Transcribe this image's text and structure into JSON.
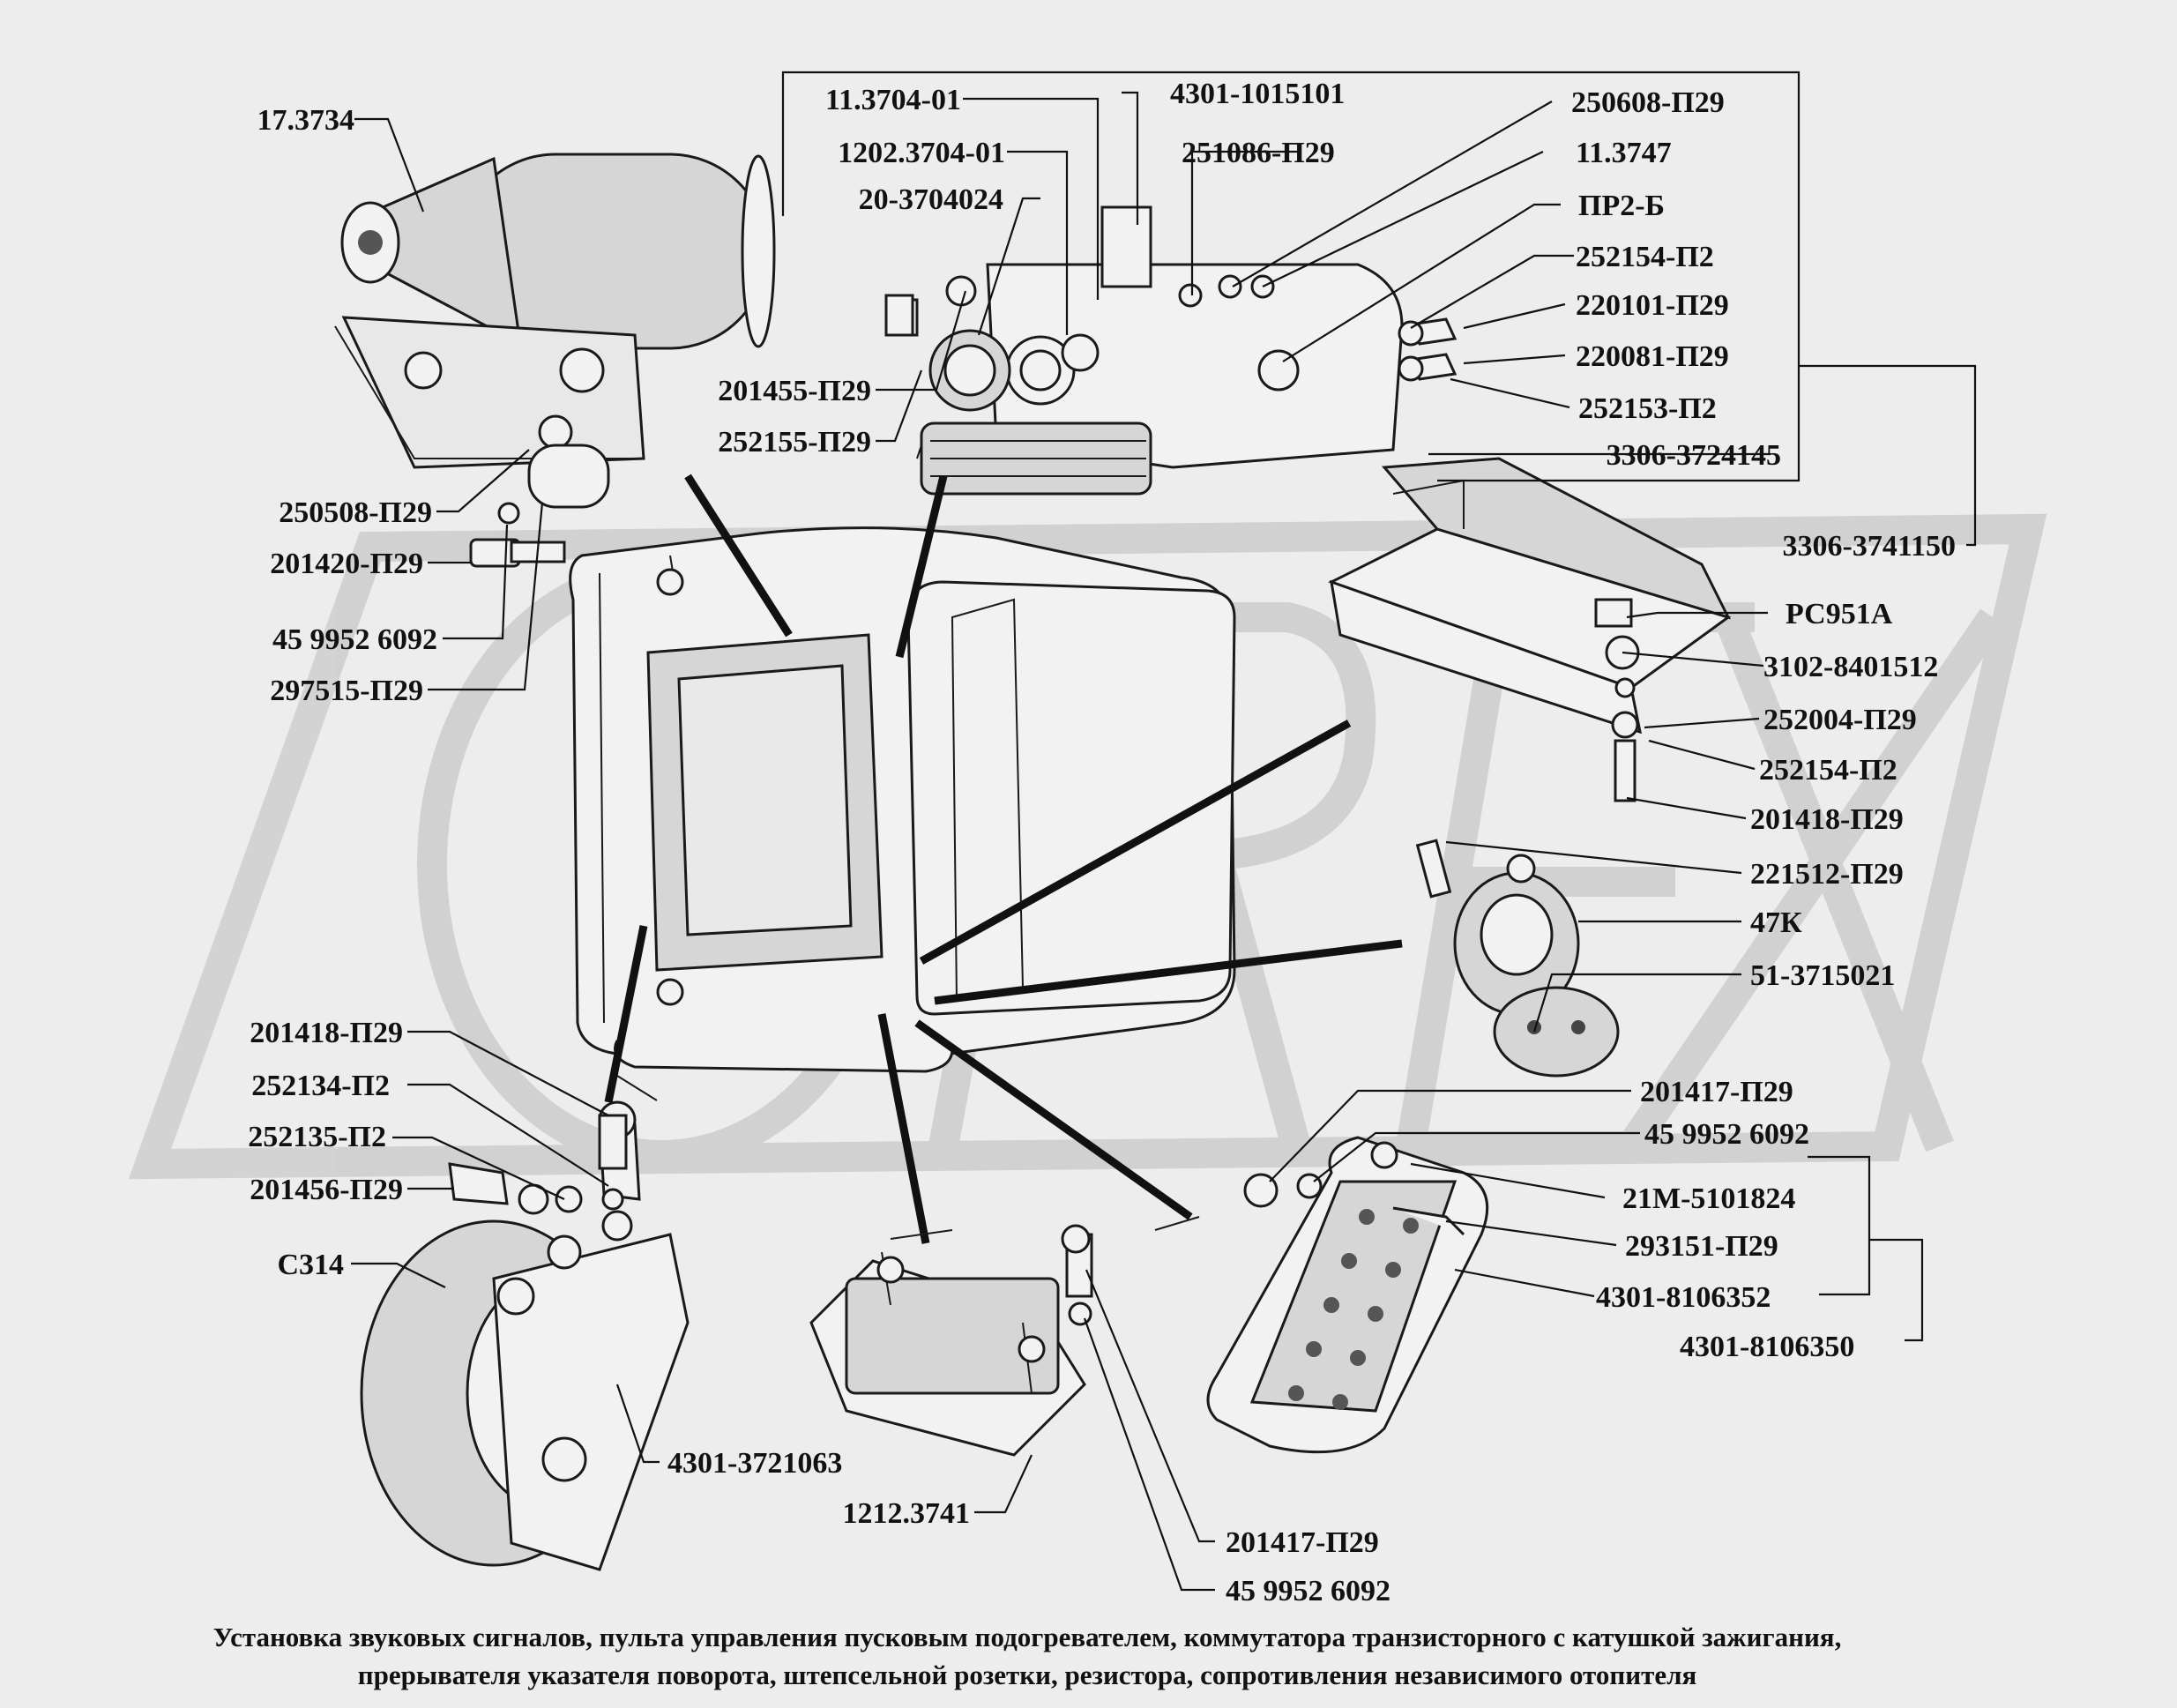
{
  "labels": {
    "coil": "17.3734",
    "l_11_3704_01": "11.3704-01",
    "l_4301_1015101": "4301-1015101",
    "l_250608": "250608-П29",
    "l_1202": "1202.3704-01",
    "l_251086": "251086-П29",
    "l_11_3747": "11.3747",
    "l_20_3704024": "20-3704024",
    "l_pr2b": "ПР2-Б",
    "l_252154_top": "252154-П2",
    "l_220101": "220101-П29",
    "l_220081": "220081-П29",
    "l_252153": "252153-П2",
    "l_201455": "201455-П29",
    "l_252155": "252155-П29",
    "l_3306_3724145": "3306-3724145",
    "l_3306_3741150": "3306-3741150",
    "l_250508": "250508-П29",
    "l_201420": "201420-П29",
    "l_45_a": "45 9952 6092",
    "l_297515": "297515-П29",
    "l_rs951a": "РС951А",
    "l_3102": "3102-8401512",
    "l_252004": "252004-П29",
    "l_252154_mid": "252154-П2",
    "l_201418_r": "201418-П29",
    "l_221512": "221512-П29",
    "l_47k": "47К",
    "l_51": "51-3715021",
    "l_201418_l": "201418-П29",
    "l_252134": "252134-П2",
    "l_252135": "252135-П2",
    "l_201456": "201456-П29",
    "l_c314": "С314",
    "l_201417_r": "201417-П29",
    "l_45_b": "45 9952 6092",
    "l_21m": "21М-5101824",
    "l_293151": "293151-П29",
    "l_4301_8106352": "4301-8106352",
    "l_4301_8106350": "4301-8106350",
    "l_4301_3721063": "4301-3721063",
    "l_1212": "1212.3741",
    "l_201417_b": "201417-П29",
    "l_45_c": "45 9952 6092"
  },
  "caption": {
    "line1": "Установка звуковых сигналов, пульта управления пусковым подогревателем, коммутатора транзисторного с катушкой зажигания,",
    "line2": "прерывателя указателя поворота, штепсельной розетки, резистора, сопротивления независимого отопителя"
  },
  "watermark": "OREX"
}
